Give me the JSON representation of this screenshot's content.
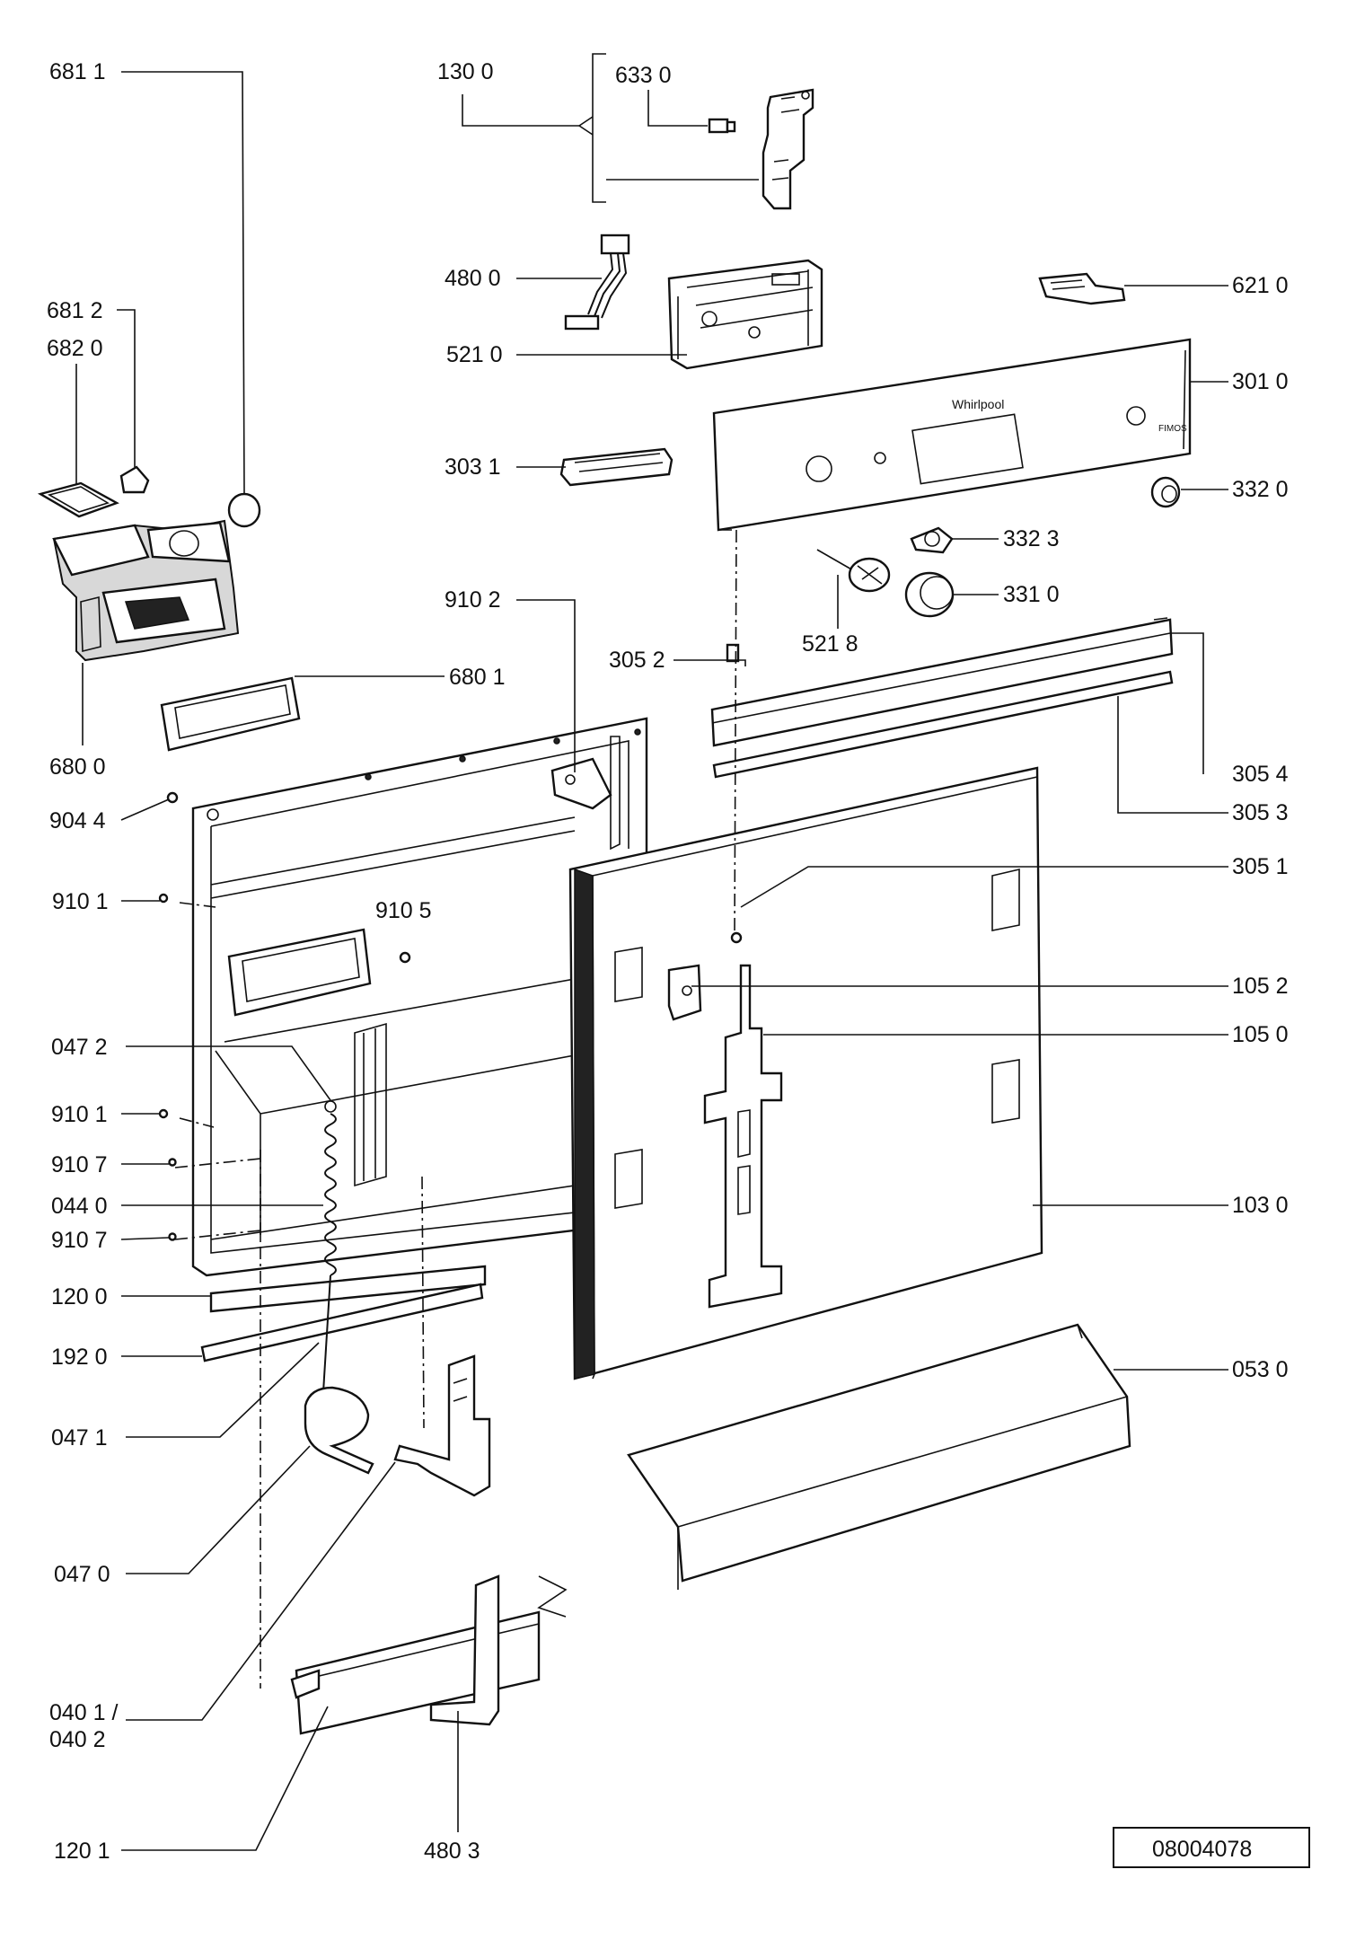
{
  "labels": {
    "l6811": "681 1",
    "l1300": "130 0",
    "l6330": "633 0",
    "l4800": "480 0",
    "l6210": "621 0",
    "l6812": "681 2",
    "l6820": "682 0",
    "l5210": "521 0",
    "l3010": "301 0",
    "l3031": "303 1",
    "l3320": "332 0",
    "l3323": "332 3",
    "l9102": "910 2",
    "l3310": "331 0",
    "l3052": "305 2",
    "l5218": "521 8",
    "l6801": "680 1",
    "l6800": "680 0",
    "l3054": "305 4",
    "l9044": "904 4",
    "l3053": "305 3",
    "l3051": "305 1",
    "l9101a": "910 1",
    "l9105": "910 5",
    "l1052": "105 2",
    "l1050": "105 0",
    "l0472": "047 2",
    "l9101b": "910 1",
    "l9107a": "910 7",
    "l0440": "044 0",
    "l1030": "103 0",
    "l9107b": "910 7",
    "l1200": "120 0",
    "l1920": "192 0",
    "l0530": "053 0",
    "l0471": "047 1",
    "l0470": "047 0",
    "l0401": "040 1 /",
    "l0402": "040 2",
    "l1201": "120 1",
    "l4803": "480 3"
  },
  "drawing_number": "08004078"
}
